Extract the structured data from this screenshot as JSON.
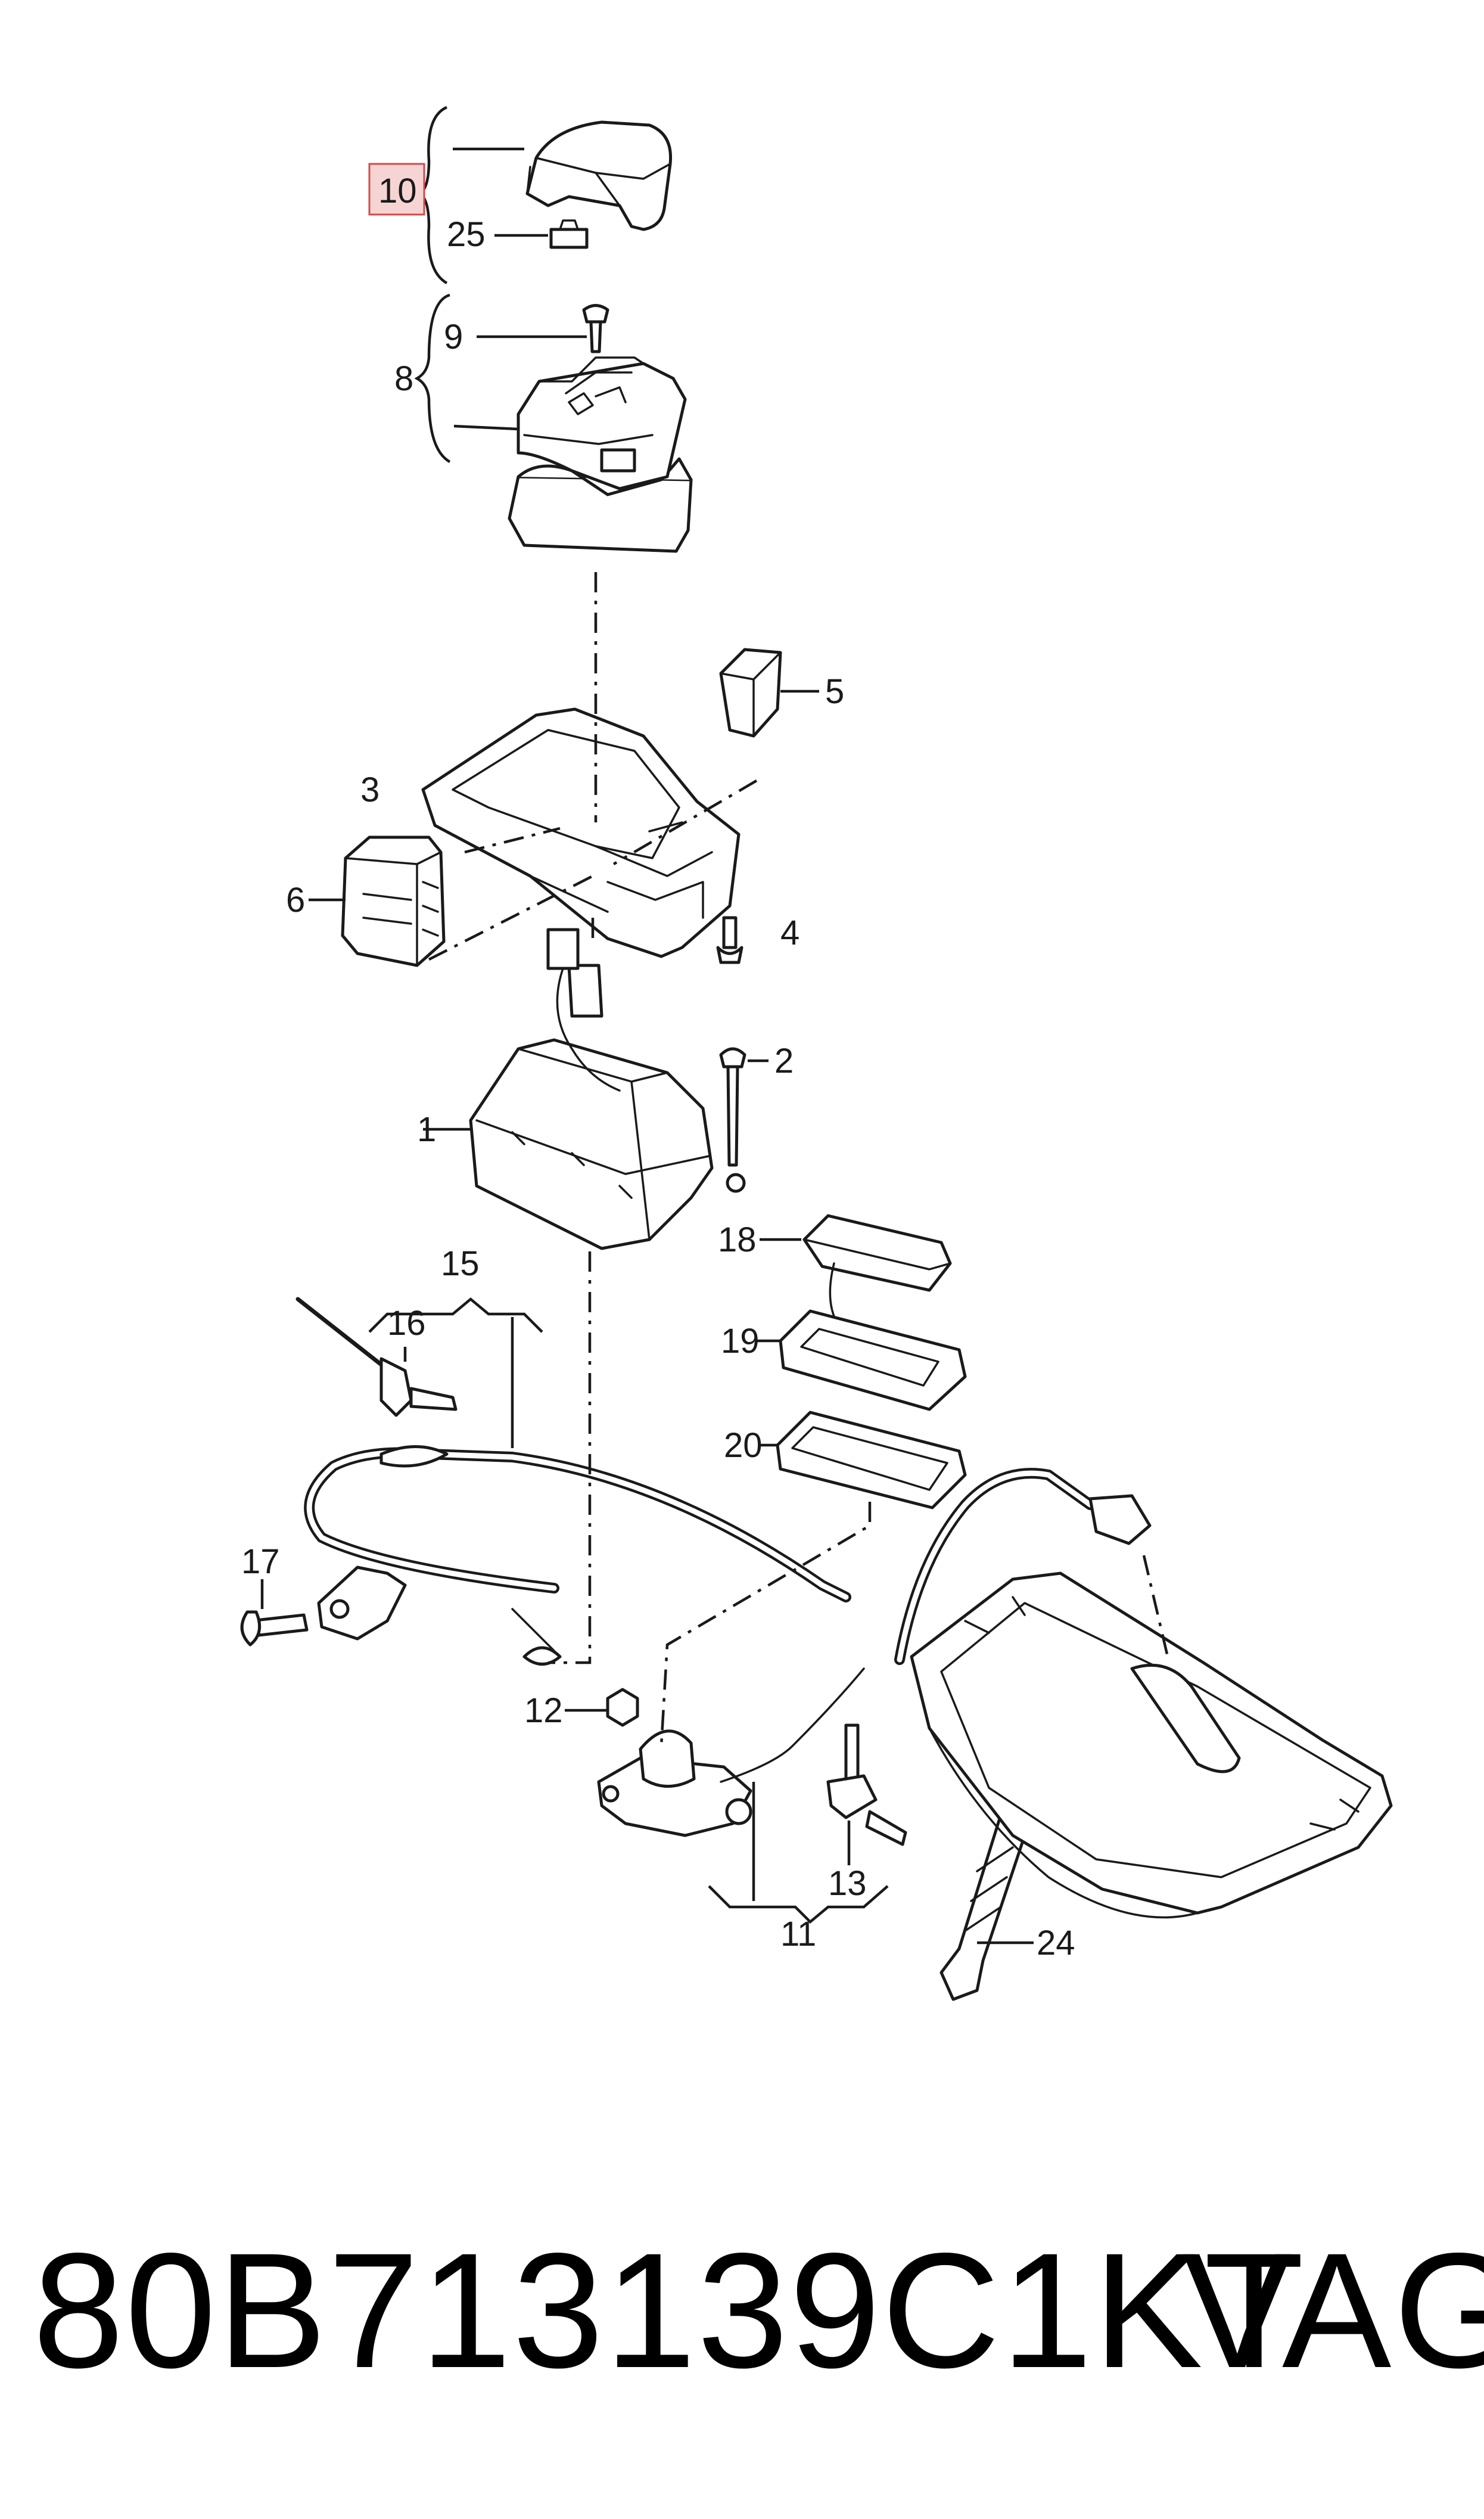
{
  "callouts": {
    "c1": "1",
    "c2": "2",
    "c3": "3",
    "c4": "4",
    "c5": "5",
    "c6": "6",
    "c8": "8",
    "c9": "9",
    "c10": "10",
    "c11": "11",
    "c12": "12",
    "c13": "13",
    "c15": "15",
    "c16": "16",
    "c17": "17",
    "c18": "18",
    "c19": "19",
    "c20": "20",
    "c24": "24",
    "c25": "25"
  },
  "highlighted_callout": "10",
  "highlight_color": "#d34a4a",
  "footer": {
    "part_number": "80B713139C1KT",
    "brand": "VAG"
  }
}
